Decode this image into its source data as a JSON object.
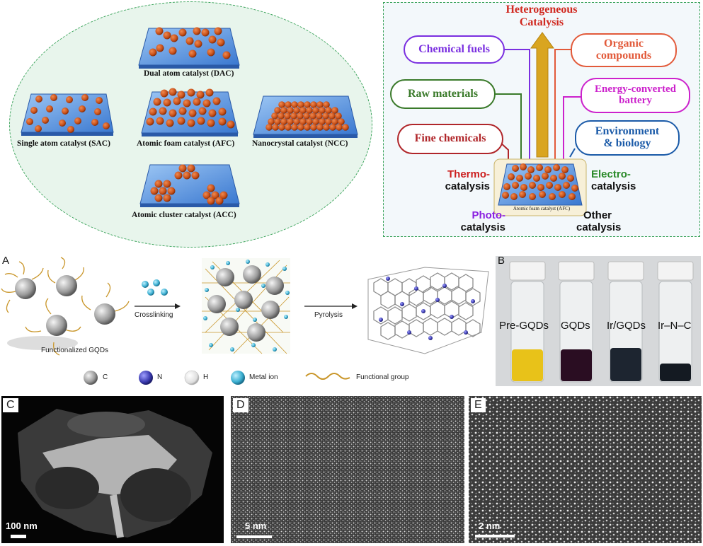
{
  "top_left": {
    "catalysts": {
      "dac": "Dual atom catalyst (DAC)",
      "sac": "Single atom catalyst (SAC)",
      "afc": "Atomic foam catalyst (AFC)",
      "ncc": "Nanocrystal catalyst (NCC)",
      "acc": "Atomic cluster catalyst (ACC)"
    }
  },
  "top_right": {
    "title_line1": "Heterogeneous",
    "title_line2": "Catalysis",
    "pills": {
      "chemical_fuels": "Chemical fuels",
      "raw_materials": "Raw materials",
      "fine_chemicals": "Fine chemicals",
      "organic_line1": "Organic",
      "organic_line2": "compounds",
      "energy_line1": "Energy-converted",
      "energy_line2": "battery",
      "environment_line1": "Environment",
      "environment_line2": "& biology"
    },
    "catalysis_types": {
      "thermo_1": "Thermo-",
      "thermo_2": "catalysis",
      "electro_1": "Electro-",
      "electro_2": "catalysis",
      "photo_1": "Photo-",
      "photo_2": "catalysis",
      "other_1": "Other",
      "other_2": "catalysis"
    },
    "center_caption": "Atomic foam catalyst (AFC)"
  },
  "panel_a": {
    "letter": "A",
    "step1": "Crosslinking",
    "step2": "Pyrolysis",
    "caption": "Functionalized GQDs",
    "legend": {
      "c": "C",
      "n": "N",
      "h": "H",
      "metal": "Metal ion",
      "functional": "Functional group"
    }
  },
  "panel_b": {
    "letter": "B",
    "vials": [
      "Pre-GQDs",
      "GQDs",
      "Ir/GQDs",
      "Ir–N–C"
    ]
  },
  "panel_c": {
    "letter": "C",
    "scale": "100 nm"
  },
  "panel_d": {
    "letter": "D",
    "scale": "5 nm"
  },
  "panel_e": {
    "letter": "E",
    "scale": "2 nm"
  },
  "colors": {
    "particle": "#c8511a",
    "slab": "#4a86d8",
    "dashed_border": "#3aa35a",
    "arrow_gold": "#d9a520"
  }
}
